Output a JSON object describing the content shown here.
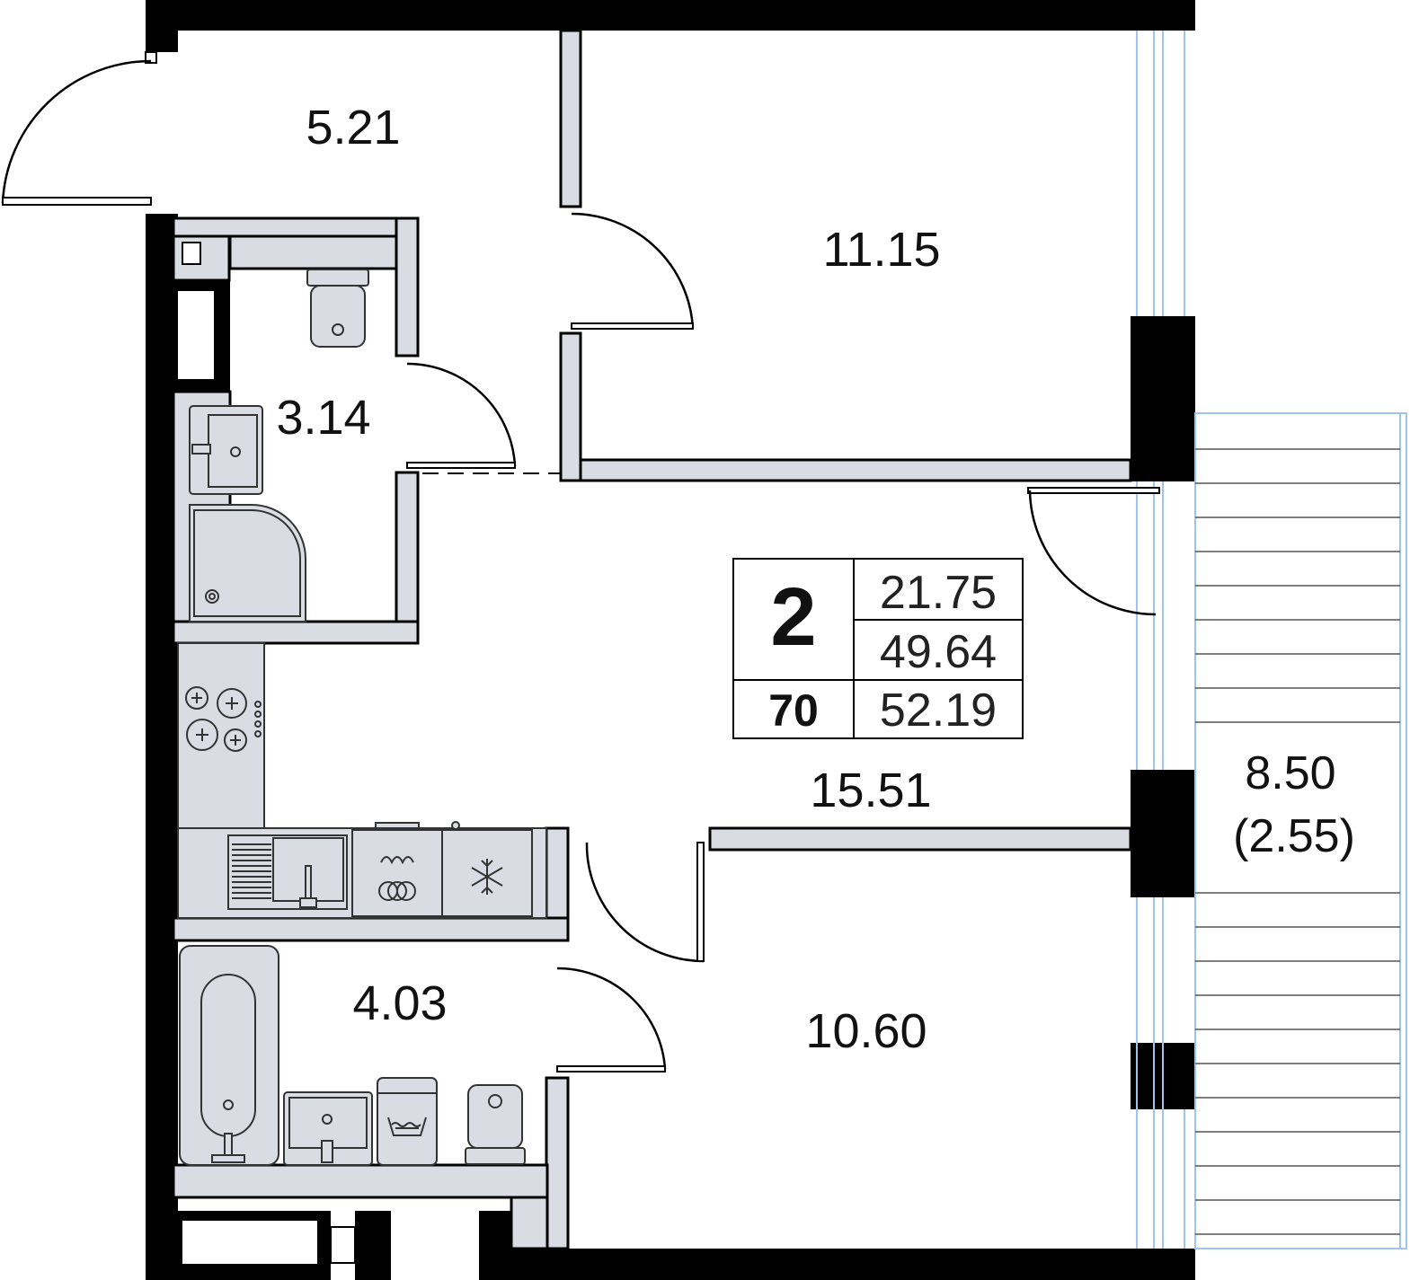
{
  "rooms": [
    {
      "id": "hall",
      "area": "5.21"
    },
    {
      "id": "bedroom-1",
      "area": "11.15"
    },
    {
      "id": "bathroom-small",
      "area": "3.14"
    },
    {
      "id": "living-kitchen",
      "area": "15.51"
    },
    {
      "id": "bathroom-large",
      "area": "4.03"
    },
    {
      "id": "bedroom-2",
      "area": "10.60"
    }
  ],
  "balcony": {
    "area": "8.50",
    "reduced_area": "(2.55)"
  },
  "summary": {
    "rooms_count": "2",
    "living_area": "21.75",
    "total_area": "49.64",
    "apartment_number": "70",
    "total_with_balcony": "52.19"
  },
  "colors": {
    "wall": "#000000",
    "partition": "#d9dce2",
    "glass": "#9fc4ef"
  },
  "icons": [
    "toilet-icon",
    "sink-icon",
    "shower-icon",
    "stove-icon",
    "kitchen-sink-icon",
    "washing-machine-icon",
    "fridge-icon",
    "bathtub-icon",
    "laundry-icon"
  ]
}
